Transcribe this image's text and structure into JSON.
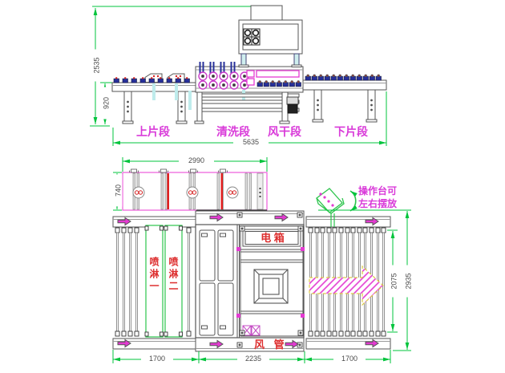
{
  "drawing": {
    "type": "glass-washing-machine-layout",
    "colors": {
      "dimension_green": "#00c43c",
      "label_magenta": "#d93ad9",
      "label_red": "#dd2e2e",
      "outline_gray": "#555555",
      "tank_magenta": "#ee66dd",
      "bearing_blue": "#27309a"
    },
    "elevation": {
      "dim_total_height": "2535",
      "dim_conveyor_height": "920",
      "dim_total_length": "5635",
      "sections": [
        {
          "label": "上片段"
        },
        {
          "label": "清洗段"
        },
        {
          "label": "风干段"
        },
        {
          "label": "下片段"
        }
      ]
    },
    "plan": {
      "dim_tank_length": "2990",
      "dim_tank_width": "740",
      "dim_roller_width": "2075",
      "dim_total_width": "2935",
      "dim_infeed_length": "1700",
      "dim_washer_length": "2235",
      "dim_outfeed_length": "1700",
      "labels": {
        "spray_zone_1": "喷淋一",
        "spray_zone_2": "喷淋二",
        "electric_box": "电  箱",
        "air_duct": "风 管"
      },
      "console_note": {
        "line1": "操作台可",
        "line2": "左右摆放"
      }
    }
  }
}
